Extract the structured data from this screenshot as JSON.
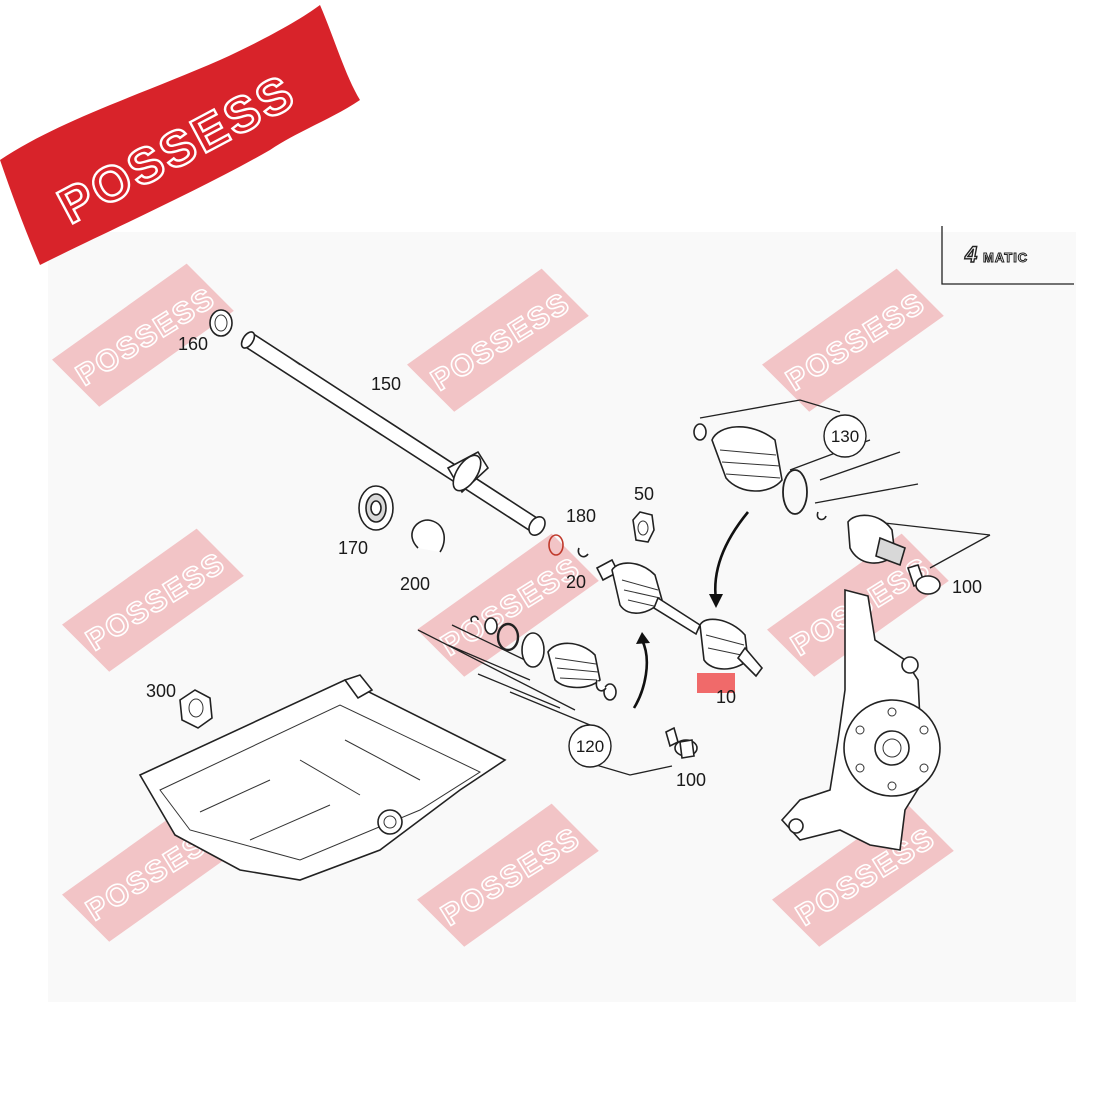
{
  "brand": {
    "name": "POSSESS",
    "color": "#d8232a",
    "watermark_color": "#f2c4c6"
  },
  "badge": {
    "text": "4MATIC",
    "prefix": "4",
    "suffix": "MATIC"
  },
  "callouts": {
    "p10": "10",
    "p20": "20",
    "p50": "50",
    "p100a": "100",
    "p100b": "100",
    "p120": "120",
    "p130": "130",
    "p150": "150",
    "p160": "160",
    "p170": "170",
    "p180": "180",
    "p200": "200",
    "p300": "300"
  },
  "highlight_color": "#f06a6a"
}
